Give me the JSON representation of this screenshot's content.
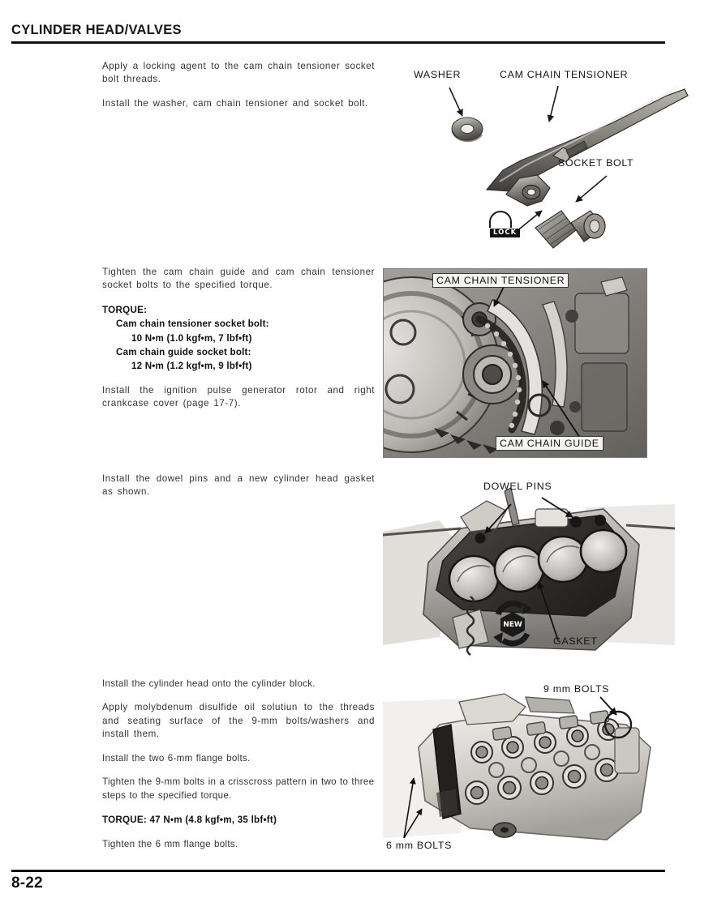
{
  "header": {
    "title": "CYLINDER HEAD/VALVES"
  },
  "footer": {
    "page_number": "8-22"
  },
  "sections": [
    {
      "id": "cam-chain-tensioner-install",
      "paragraphs": [
        "Apply a locking agent to the cam chain tensioner socket bolt threads.",
        "Install the washer, cam chain tensioner and socket bolt."
      ]
    },
    {
      "id": "tighten-socket-bolts",
      "intro": "Tighten the cam chain guide and cam chain tensioner socket bolts to the specified torque.",
      "torque_heading": "TORQUE:",
      "torque_items": [
        {
          "name": "Cam chain tensioner socket bolt:",
          "value": "10 N•m (1.0 kgf•m, 7 lbf•ft)"
        },
        {
          "name": "Cam chain guide socket bolt:",
          "value": "12 N•m (1.2 kgf•m, 9 lbf•ft)"
        }
      ],
      "outro": "Install the ignition pulse generator rotor and right crankcase cover (page 17-7)."
    },
    {
      "id": "dowel-pins-gasket",
      "paragraphs": [
        "Install the dowel pins and a new cylinder head gasket as shown."
      ]
    },
    {
      "id": "cylinder-head-install",
      "paragraphs": [
        "Install the cylinder head onto the cylinder block.",
        "Apply molybdenum disulfide oil solutiun to the threads and seating surface of the 9-mm bolts/washers and install them.",
        "Install the two 6-mm flange bolts.",
        "Tighten the 9-mm bolts in a crisscross pattern in two to three steps to the specified torque."
      ],
      "torque_line": "TORQUE: 47 N•m (4.8 kgf•m, 35 lbf•ft)",
      "closing": "Tighten the 6 mm flange bolts."
    }
  ],
  "figures": [
    {
      "id": "figure-tensioner-exploded",
      "type": "line-drawing",
      "callouts": [
        {
          "text": "WASHER"
        },
        {
          "text": "CAM CHAIN TENSIONER"
        },
        {
          "text": "SOCKET BOLT"
        }
      ],
      "badge": "LOCK"
    },
    {
      "id": "figure-cam-chain-photo",
      "type": "photograph",
      "callouts": [
        {
          "text": "CAM CHAIN TENSIONER"
        },
        {
          "text": "CAM CHAIN GUIDE"
        }
      ]
    },
    {
      "id": "figure-gasket-photo",
      "type": "photograph",
      "callouts": [
        {
          "text": "DOWEL PINS"
        },
        {
          "text": "GASKET"
        }
      ],
      "badge": "NEW"
    },
    {
      "id": "figure-head-bolts-photo",
      "type": "photograph",
      "callouts": [
        {
          "text": "9 mm BOLTS"
        },
        {
          "text": "6 mm BOLTS"
        }
      ]
    }
  ]
}
